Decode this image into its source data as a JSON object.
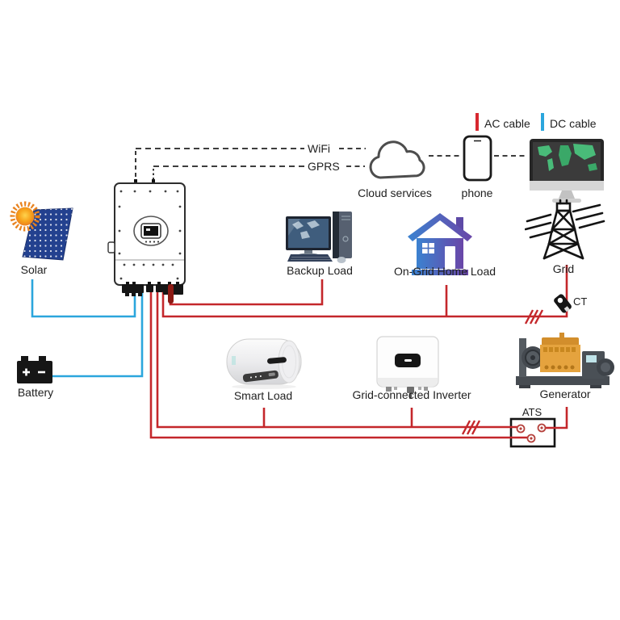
{
  "legend": {
    "ac": {
      "label": "AC cable",
      "color": "#d7282f"
    },
    "dc": {
      "label": "DC cable",
      "color": "#2ba6dd"
    }
  },
  "comm": {
    "wifi": "WiFi",
    "gprs": "GPRS",
    "cloud": "Cloud services",
    "phone": "phone"
  },
  "devices": {
    "solar": "Solar",
    "battery": "Battery",
    "backup_load": "Backup Load",
    "ongrid_home_load": "On-Grid Home Load",
    "grid": "Grid",
    "smart_load": "Smart Load",
    "grid_connected_inverter": "Grid-connected Inverter",
    "generator": "Generator",
    "ats": "ATS",
    "ct": "CT"
  },
  "wire_colors": {
    "ac_wire": "#c4272b",
    "dc_wire": "#2ba6dd"
  },
  "connections": [
    {
      "from": "Solar",
      "to": "inverter",
      "cable": "DC"
    },
    {
      "from": "Battery",
      "to": "inverter",
      "cable": "DC"
    },
    {
      "from": "inverter",
      "to": "Backup Load",
      "cable": "AC"
    },
    {
      "from": "inverter",
      "to": "On-Grid Home Load",
      "cable": "AC"
    },
    {
      "from": "On-Grid Home Load",
      "to": "Grid",
      "cable": "AC",
      "via": "CT"
    },
    {
      "from": "inverter",
      "to": "Smart Load",
      "cable": "AC"
    },
    {
      "from": "inverter",
      "to": "Grid-connected Inverter",
      "cable": "AC"
    },
    {
      "from": "inverter",
      "to": "ATS",
      "cable": "AC"
    },
    {
      "from": "Generator",
      "to": "ATS",
      "cable": "AC"
    },
    {
      "from": "inverter",
      "to": "Cloud services",
      "link": "WiFi / GPRS"
    },
    {
      "from": "Cloud services",
      "to": "phone",
      "link": "wireless"
    },
    {
      "from": "phone",
      "to": "monitor",
      "link": "wireless"
    }
  ]
}
